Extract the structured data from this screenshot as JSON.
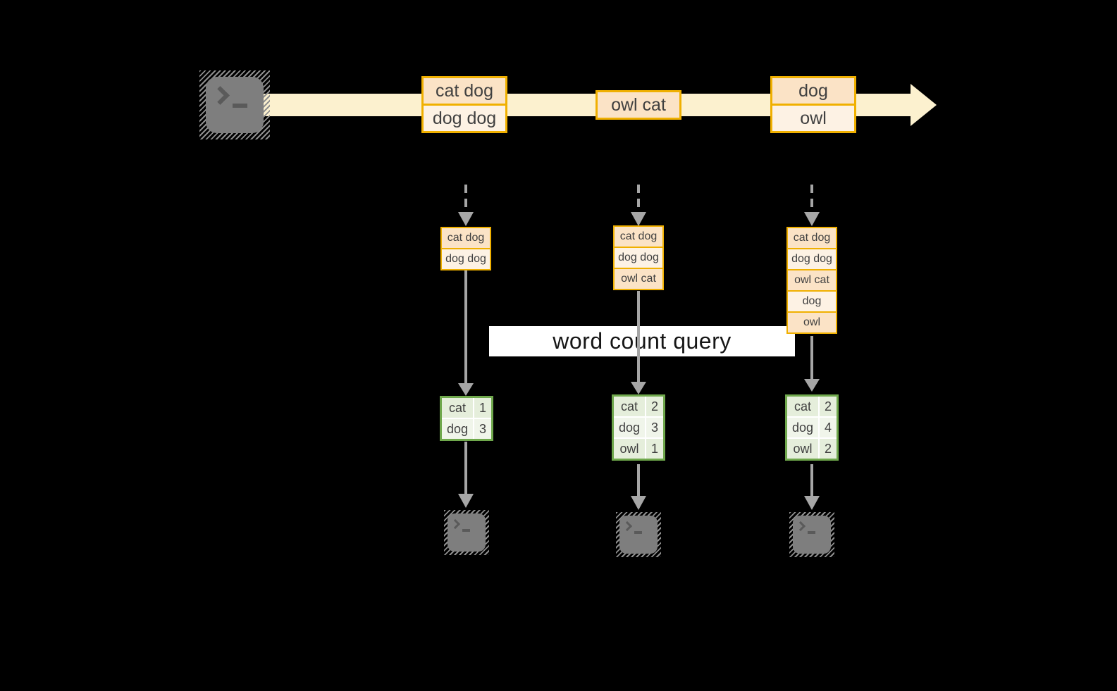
{
  "query_label": "word count query",
  "stream": {
    "source_icon": "terminal-icon",
    "direction": "left-to-right",
    "events": [
      {
        "lines": [
          "cat dog",
          "dog dog"
        ]
      },
      {
        "lines": [
          "owl cat"
        ]
      },
      {
        "lines": [
          "dog",
          "owl"
        ]
      }
    ]
  },
  "columns": [
    {
      "snapshot": [
        "cat dog",
        "dog dog"
      ],
      "counts": [
        {
          "word": "cat",
          "count": "1"
        },
        {
          "word": "dog",
          "count": "3"
        }
      ],
      "sink_icon": "terminal-icon"
    },
    {
      "snapshot": [
        "cat dog",
        "dog dog",
        "owl cat"
      ],
      "counts": [
        {
          "word": "cat",
          "count": "2"
        },
        {
          "word": "dog",
          "count": "3"
        },
        {
          "word": "owl",
          "count": "1"
        }
      ],
      "sink_icon": "terminal-icon"
    },
    {
      "snapshot": [
        "cat dog",
        "dog dog",
        "owl cat",
        "dog",
        "owl"
      ],
      "counts": [
        {
          "word": "cat",
          "count": "2"
        },
        {
          "word": "dog",
          "count": "4"
        },
        {
          "word": "owl",
          "count": "2"
        }
      ],
      "sink_icon": "terminal-icon"
    }
  ],
  "palette": {
    "background": "#000000",
    "stream_band": "#FCF1CF",
    "event_border": "#F0B000",
    "event_fill_dark": "#FBE3C6",
    "event_fill_light": "#FDF2E4",
    "table_border": "#6FA84C",
    "table_fill_dark": "#E5EEDB",
    "table_fill_light": "#F0F5EA",
    "arrow_gray": "#A6A6A6",
    "terminal_gray": "#7E7E7E",
    "query_band_bg": "#FFFFFF",
    "text": "#404040"
  }
}
